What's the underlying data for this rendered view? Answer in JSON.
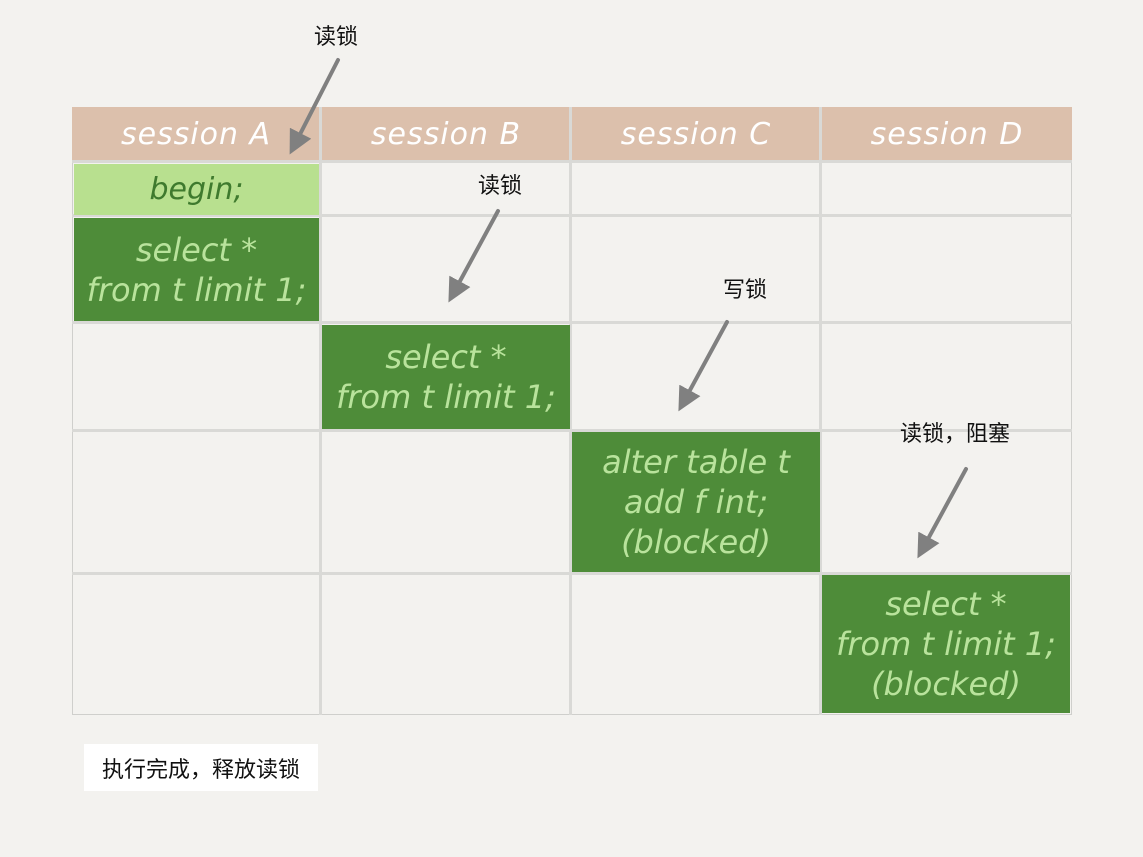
{
  "sessions": [
    {
      "label": "session A"
    },
    {
      "label": "session B"
    },
    {
      "label": "session C"
    },
    {
      "label": "session D"
    }
  ],
  "steps": {
    "a_begin": "begin;",
    "a_select": [
      "select *",
      "from t limit 1;"
    ],
    "b_select": [
      "select *",
      "from t limit 1;"
    ],
    "c_alter": [
      "alter table t",
      "add f int;",
      "(blocked)"
    ],
    "d_select": [
      "select *",
      "from t limit 1;",
      "(blocked)"
    ]
  },
  "annotations": {
    "read_lock_a": "读锁",
    "read_lock_b": "读锁",
    "write_lock_c": "写锁",
    "read_lock_blocked_d": "读锁，阻塞"
  },
  "footer_note": "执行完成，释放读锁",
  "colors": {
    "header": "#dcc0ac",
    "dark_cell": "#4e8c39",
    "light_cell": "#b8e08f",
    "cell_text": "#b9e39c",
    "grid": "#d9d9d6",
    "arrow": "#808080"
  }
}
